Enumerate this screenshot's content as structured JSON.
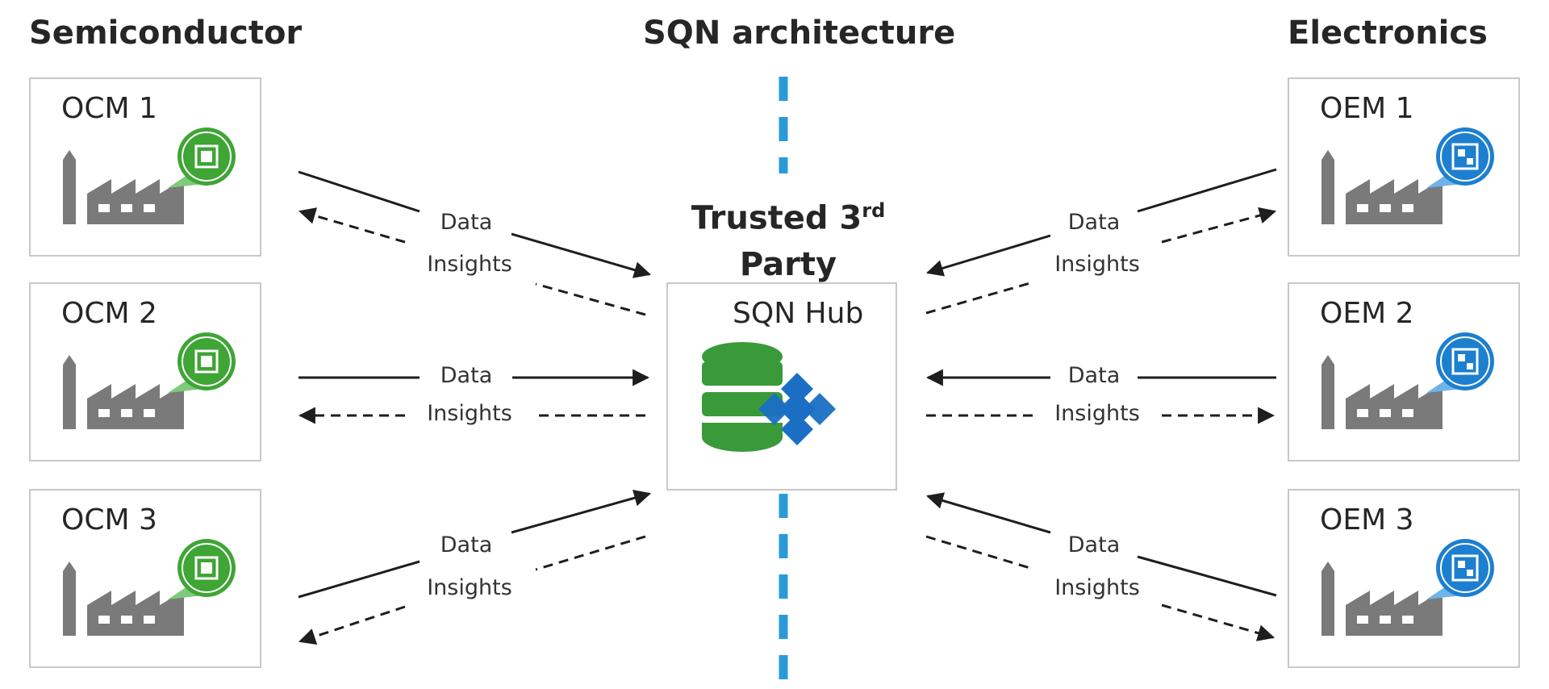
{
  "headings": {
    "left": "Semiconductor",
    "center": "SQN architecture",
    "right": "Electronics"
  },
  "left_nodes": [
    "OCM 1",
    "OCM 2",
    "OCM 3"
  ],
  "right_nodes": [
    "OEM 1",
    "OEM 2",
    "OEM 3"
  ],
  "hub": {
    "title_main": "Trusted 3",
    "title_sup": "rd",
    "title_line2": "Party",
    "label": "SQN Hub"
  },
  "edge_labels": {
    "data": "Data",
    "insights": "Insights"
  },
  "colors": {
    "text": "#262626",
    "box_border": "#c8c8c8",
    "factory": "#7a7a7a",
    "chip_badge": "#3fa535",
    "qr_badge": "#1d7fcf",
    "database": "#3a9a3a",
    "plus": "#1a6fc4",
    "divider": "#2a9bd8"
  },
  "icons": {
    "left_node_icon": "factory-chip-icon",
    "right_node_icon": "factory-qr-icon",
    "hub_icon": "database-plus-icon"
  }
}
